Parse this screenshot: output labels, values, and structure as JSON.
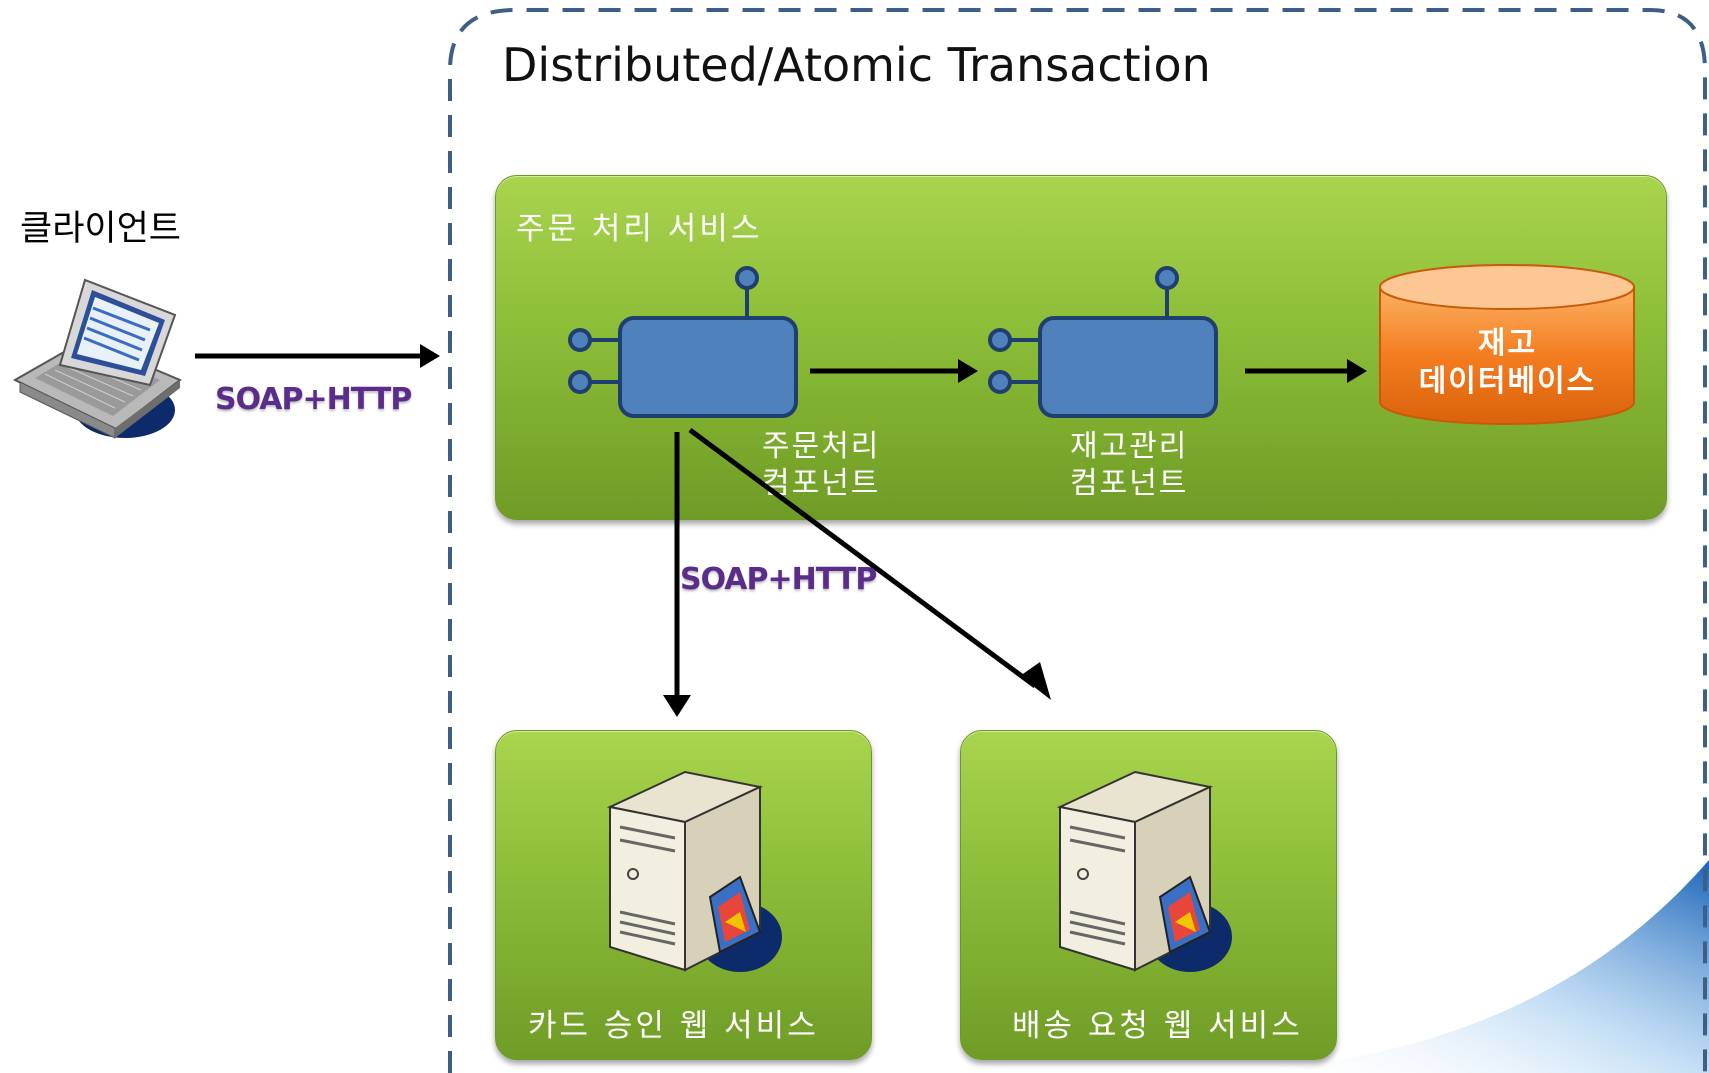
{
  "title": "Distributed/Atomic Transaction",
  "client": {
    "label": "클라이언트"
  },
  "protocol": {
    "client_link": "SOAP+HTTP",
    "service_link": "SOAP+HTTP"
  },
  "order_service": {
    "label": "주문 처리 서비스",
    "order_component": {
      "line1": "주문처리",
      "line2": "컴포넌트"
    },
    "inventory_component": {
      "line1": "재고관리",
      "line2": "컴포넌트"
    },
    "database": {
      "line1": "재고",
      "line2": "데이터베이스"
    }
  },
  "card_service": {
    "label": "카드 승인 웹 서비스"
  },
  "shipping_service": {
    "label": "배송 요청 웹 서비스"
  },
  "colors": {
    "green_box": "#8cbd38",
    "component_blue": "#4f81bd",
    "database_orange": "#f47d20",
    "soap_text": "#5a2d8c",
    "dashed_border": "#3d5f86"
  }
}
